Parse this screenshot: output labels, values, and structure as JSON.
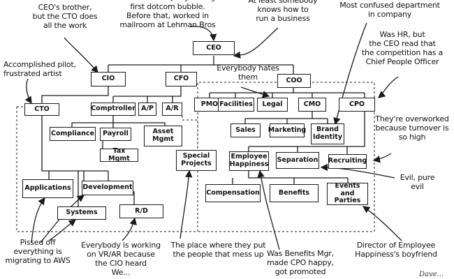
{
  "boxes": {
    "ceo": "CEO",
    "cio": "CIO",
    "cfo": "CFO",
    "coo": "COO",
    "cto": "CTO",
    "comptroller": "Comptroller",
    "ap": "A/P",
    "ar": "A/R",
    "compliance": "Compliance",
    "payroll": "Payroll",
    "asset_mgmt": "Asset\nMgmt",
    "tax_mgmt": "Tax Mgmt",
    "special_projects": "Special\nProjects",
    "applications": "Applications",
    "development": "Development",
    "systems": "Systems",
    "rd": "R/D",
    "pmo": "PMO",
    "facilities": "Facilities",
    "legal": "Legal",
    "cmo": "CMO",
    "cpo": "CPO",
    "sales": "Sales",
    "marketing": "Marketing",
    "brand_identity": "Brand\nIdentity",
    "employee_happiness": "Employee\nHappiness",
    "separation": "Separation",
    "recruiting": "Recruiting",
    "compensation": "Compensation",
    "benefits": "Benefits",
    "events_parties": "Events and\nParties"
  },
  "notes": {
    "ceo_brother": "CEO's brother,\nbut the CTO does\nall the work",
    "founded": "Founded company during\nfirst dotcom bubble.\nBefore that, worked in\nmailroom at Lehman Bros",
    "at_least": "At least somebody\nknows how to\nrun a business",
    "most_confused": "Most confused department\nin company",
    "was_hr": "Was HR, but\nthe CEO read that\nthe competition has a\nChief People Officer",
    "pilot": "Accomplished pilot,\nfrustrated artist",
    "everybody_hates": "Everybody hates\nthem",
    "overworked": "They're overworked\nbecause turnover is\nso high",
    "evil": "Evil, pure\nevil",
    "pissed_off": "Pissed off\neverything is\nmigrating to AWS",
    "vr_ar": "Everybody is working\non VR/AR because\nthe CIO heard\nWe...",
    "place_where": "The place where they put\nthe people that mess up",
    "was_benefits": "Was Benefits Mgr,\nmade CPO happy,\ngot promoted",
    "director": "Director of Employee\nHappiness's boyfriend"
  },
  "signature": "Dave..."
}
